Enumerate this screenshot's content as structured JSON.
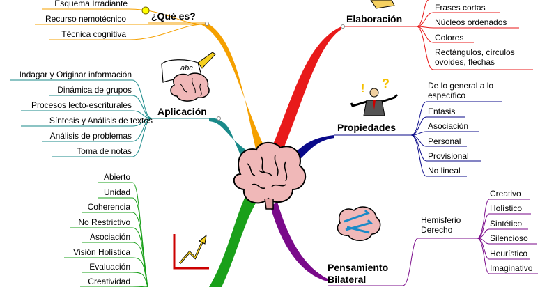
{
  "que_es": {
    "title": "¿Qué es?",
    "items": [
      "Esquema Irradiante",
      "Recurso nemotécnico",
      "Técnica cognitiva"
    ]
  },
  "aplicacion": {
    "title": "Aplicación",
    "image_text": "abc",
    "items": [
      "Indagar y Originar información",
      "Dinámica de grupos",
      "Procesos lecto-escriturales",
      "Síntesis y Análisis de textos",
      "Análisis de problemas",
      "Toma de notas"
    ]
  },
  "caracteristicas": {
    "items": [
      "Abierto",
      "Unidad",
      "Coherencia",
      "No Restrictivo",
      "Asociación",
      "Visión Holística",
      "Evaluación",
      "Creatividad"
    ]
  },
  "elaboracion": {
    "title": "Elaboración",
    "items": [
      "Frases cortas",
      "Núcleos ordenados",
      "Colores",
      "Rectángulos, círculos ovoides, flechas"
    ]
  },
  "propiedades": {
    "title": "Propiedades",
    "items": [
      "De lo general a lo específico",
      "Enfasis",
      "Asociación",
      "Personal",
      "Provisional",
      "No lineal"
    ]
  },
  "pensamiento": {
    "title": "Pensamiento Bilateral",
    "sub": "Hemisferio Derecho",
    "items": [
      "Creativo",
      "Holístico",
      "Sintético",
      "Silencioso",
      "Heurístico",
      "Imaginativo"
    ]
  },
  "colors": {
    "que_es": "#f5a000",
    "aplicacion": "#1a8a8a",
    "caracteristicas": "#3a8a1a",
    "elaboracion": "#e81a1a",
    "propiedades": "#0a0a8a",
    "pensamiento": "#7a0a8a"
  }
}
